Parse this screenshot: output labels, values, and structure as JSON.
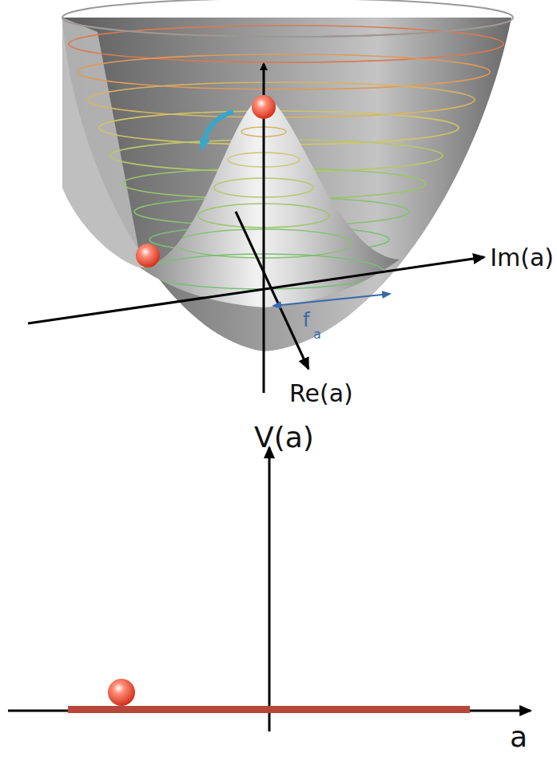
{
  "diagram": {
    "labels": [
      "Im(a)",
      "Re(a)",
      "f",
      "a",
      "V(a)",
      "a"
    ]
  }
}
